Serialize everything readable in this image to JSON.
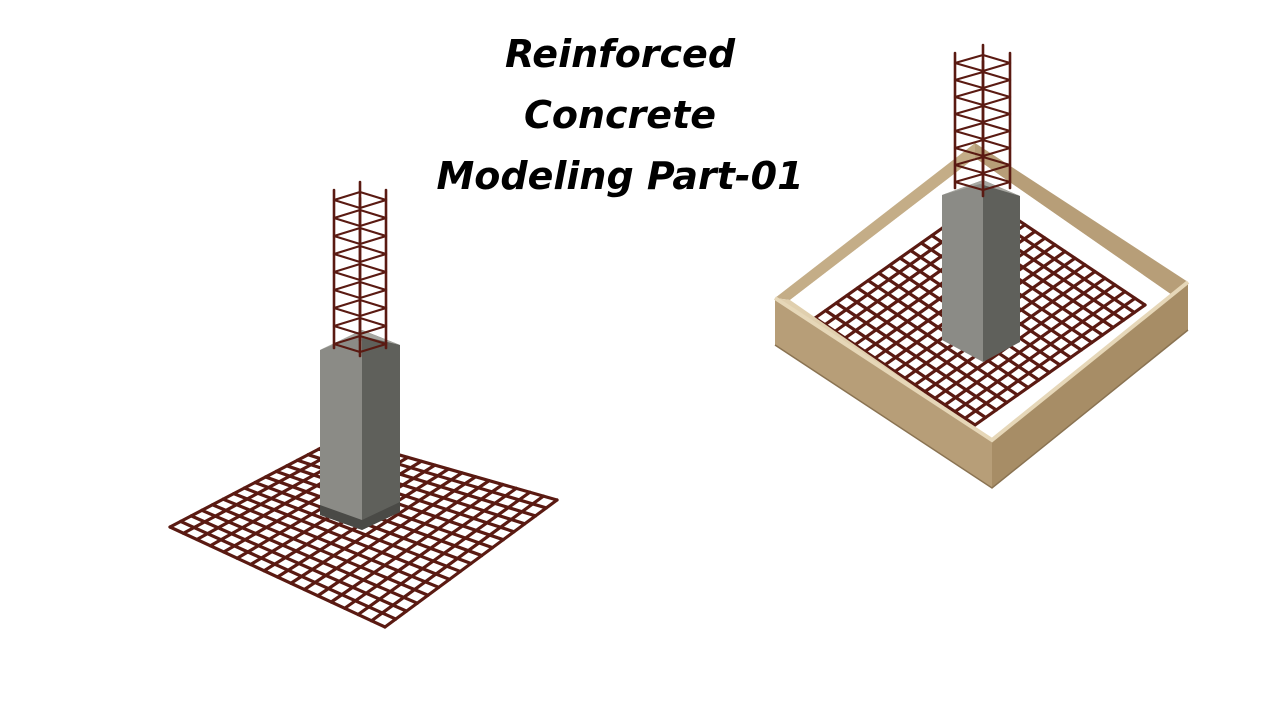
{
  "title": {
    "line1": "Reinforced",
    "line2": "Concrete",
    "line3": "Modeling Part-01"
  },
  "colors": {
    "rebar": "#5a1a12",
    "concrete_light": "#8b8b86",
    "concrete_dark": "#5f605b",
    "concrete_top": "#a6a6a0",
    "formwork_outer": "#b79e78",
    "formwork_inner": "#cbb692",
    "formwork_top": "#e0cfae"
  },
  "icons": {
    "left": "column-footing-rebar-icon",
    "right": "formwork-footing-icon"
  }
}
